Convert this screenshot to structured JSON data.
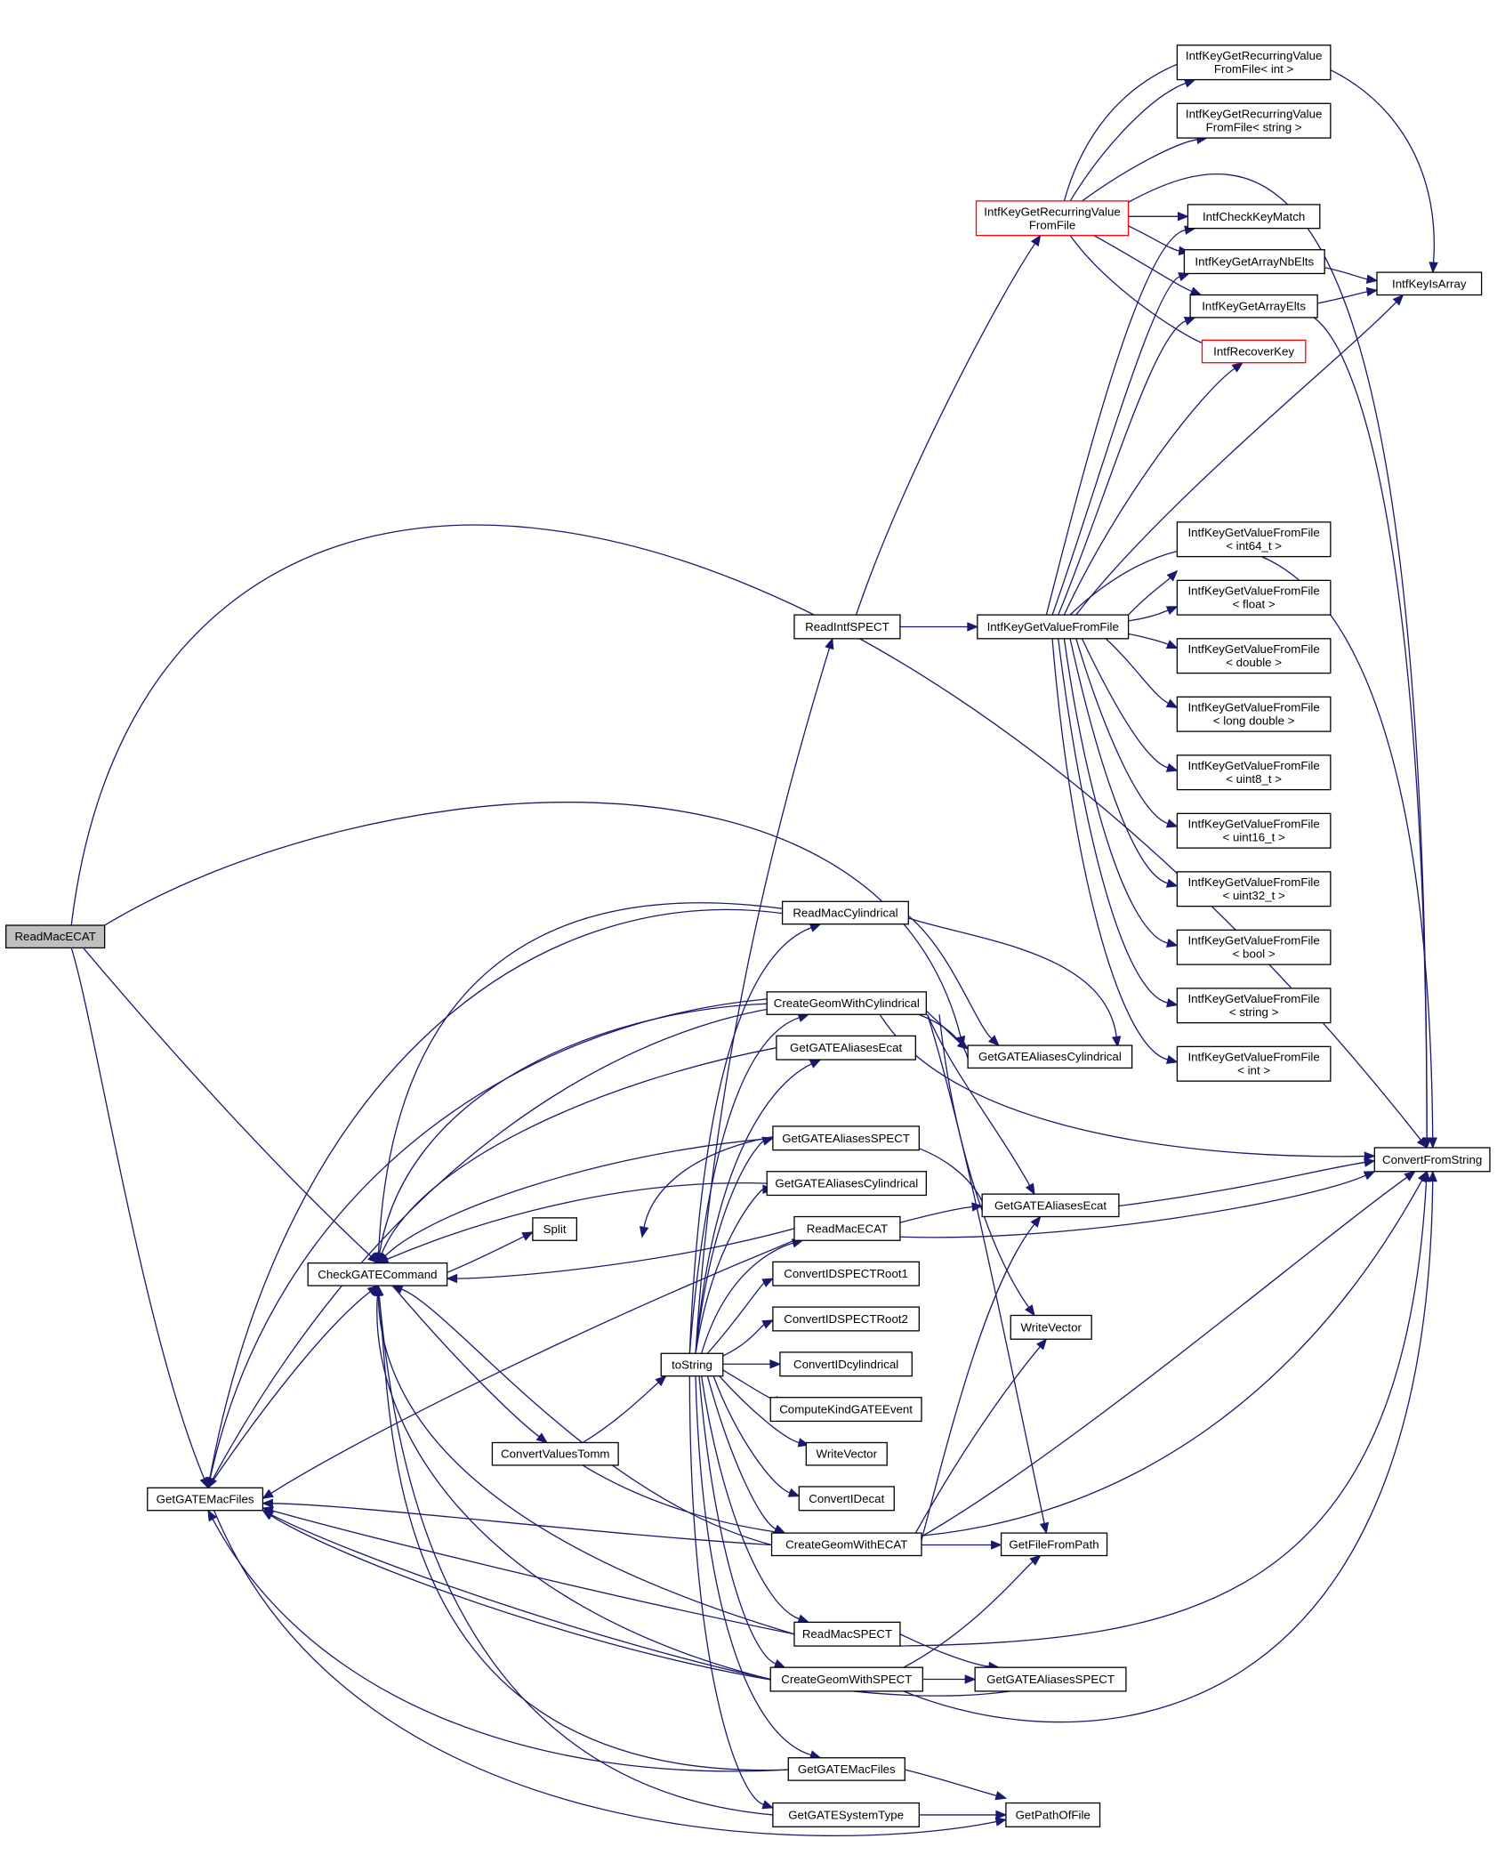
{
  "colors": {
    "edge": "#191970",
    "node_border": "#000000",
    "highlight_border": "#ff0000",
    "root_fill": "#bfbfbf",
    "background": "#ffffff"
  },
  "nodes": [
    {
      "id": "readmac_root",
      "lines": [
        "ReadMacECAT"
      ],
      "style": "root"
    },
    {
      "id": "getgatemacfiles_main",
      "lines": [
        "GetGATEMacFiles"
      ]
    },
    {
      "id": "checkgatecommand",
      "lines": [
        "CheckGATECommand"
      ]
    },
    {
      "id": "convertvaluestomm",
      "lines": [
        "ConvertValuesTomm"
      ]
    },
    {
      "id": "split",
      "lines": [
        "Split"
      ]
    },
    {
      "id": "tostring",
      "lines": [
        "toString"
      ]
    },
    {
      "id": "readintfspect",
      "lines": [
        "ReadIntfSPECT"
      ]
    },
    {
      "id": "intfkeygetrecurring",
      "lines": [
        "IntfKeyGetRecurringValue",
        "FromFile"
      ],
      "style": "red"
    },
    {
      "id": "intfkeygetrecurring_int",
      "lines": [
        "IntfKeyGetRecurringValue",
        "FromFile< int >"
      ]
    },
    {
      "id": "intfkeygetrecurring_string",
      "lines": [
        "IntfKeyGetRecurringValue",
        "FromFile< string >"
      ]
    },
    {
      "id": "intfcheckkeymatch",
      "lines": [
        "IntfCheckKeyMatch"
      ]
    },
    {
      "id": "intfkeygetarraynbelts",
      "lines": [
        "IntfKeyGetArrayNbElts"
      ]
    },
    {
      "id": "intfkeygetarrayelts",
      "lines": [
        "IntfKeyGetArrayElts"
      ]
    },
    {
      "id": "intfrecoverkey",
      "lines": [
        "IntfRecoverKey"
      ],
      "style": "red"
    },
    {
      "id": "intfkeyisarray",
      "lines": [
        "IntfKeyIsArray"
      ]
    },
    {
      "id": "intfkeygetvaluefromfile",
      "lines": [
        "IntfKeyGetValueFromFile"
      ]
    },
    {
      "id": "ikgv_int64",
      "lines": [
        "IntfKeyGetValueFromFile",
        "< int64_t >"
      ]
    },
    {
      "id": "ikgv_float",
      "lines": [
        "IntfKeyGetValueFromFile",
        "< float >"
      ]
    },
    {
      "id": "ikgv_double",
      "lines": [
        "IntfKeyGetValueFromFile",
        "< double >"
      ]
    },
    {
      "id": "ikgv_longdouble",
      "lines": [
        "IntfKeyGetValueFromFile",
        "< long double >"
      ]
    },
    {
      "id": "ikgv_uint8",
      "lines": [
        "IntfKeyGetValueFromFile",
        "< uint8_t >"
      ]
    },
    {
      "id": "ikgv_uint16",
      "lines": [
        "IntfKeyGetValueFromFile",
        "< uint16_t >"
      ]
    },
    {
      "id": "ikgv_uint32",
      "lines": [
        "IntfKeyGetValueFromFile",
        "< uint32_t >"
      ]
    },
    {
      "id": "ikgv_bool",
      "lines": [
        "IntfKeyGetValueFromFile",
        "< bool >"
      ]
    },
    {
      "id": "ikgv_string",
      "lines": [
        "IntfKeyGetValueFromFile",
        "< string >"
      ]
    },
    {
      "id": "ikgv_int",
      "lines": [
        "IntfKeyGetValueFromFile",
        "< int >"
      ]
    },
    {
      "id": "readmaccylindrical",
      "lines": [
        "ReadMacCylindrical"
      ]
    },
    {
      "id": "creategeomwithcylindrical",
      "lines": [
        "CreateGeomWithCylindrical"
      ]
    },
    {
      "id": "getgatealiasesecat_mid",
      "lines": [
        "GetGATEAliasesEcat"
      ]
    },
    {
      "id": "getgatealiasesspect_mid",
      "lines": [
        "GetGATEAliasesSPECT"
      ]
    },
    {
      "id": "getgatealiasescylindrical_mid",
      "lines": [
        "GetGATEAliasesCylindrical"
      ]
    },
    {
      "id": "readmacecat_mid",
      "lines": [
        "ReadMacECAT"
      ]
    },
    {
      "id": "convertidspectroot1",
      "lines": [
        "ConvertIDSPECTRoot1"
      ]
    },
    {
      "id": "convertidspectroot2",
      "lines": [
        "ConvertIDSPECTRoot2"
      ]
    },
    {
      "id": "convertidcylindrical",
      "lines": [
        "ConvertIDcylindrical"
      ]
    },
    {
      "id": "computekindgateevent",
      "lines": [
        "ComputeKindGATEEvent"
      ]
    },
    {
      "id": "writevector_mid",
      "lines": [
        "WriteVector"
      ]
    },
    {
      "id": "convertidecat",
      "lines": [
        "ConvertIDecat"
      ]
    },
    {
      "id": "creategeomwithecat",
      "lines": [
        "CreateGeomWithECAT"
      ]
    },
    {
      "id": "readmacspect",
      "lines": [
        "ReadMacSPECT"
      ]
    },
    {
      "id": "creategeomwithspect",
      "lines": [
        "CreateGeomWithSPECT"
      ]
    },
    {
      "id": "getgatemacfiles_mid",
      "lines": [
        "GetGATEMacFiles"
      ]
    },
    {
      "id": "getgatesystemtype",
      "lines": [
        "GetGATESystemType"
      ]
    },
    {
      "id": "getgatealiasescylindrical_right",
      "lines": [
        "GetGATEAliasesCylindrical"
      ]
    },
    {
      "id": "getgatealiasesecat_right",
      "lines": [
        "GetGATEAliasesEcat"
      ]
    },
    {
      "id": "writevector_right",
      "lines": [
        "WriteVector"
      ]
    },
    {
      "id": "getfilefrompath",
      "lines": [
        "GetFileFromPath"
      ]
    },
    {
      "id": "getgatealiasesspect_right",
      "lines": [
        "GetGATEAliasesSPECT"
      ]
    },
    {
      "id": "getpathoffile",
      "lines": [
        "GetPathOfFile"
      ]
    },
    {
      "id": "convertfromstring",
      "lines": [
        "ConvertFromString"
      ]
    }
  ]
}
